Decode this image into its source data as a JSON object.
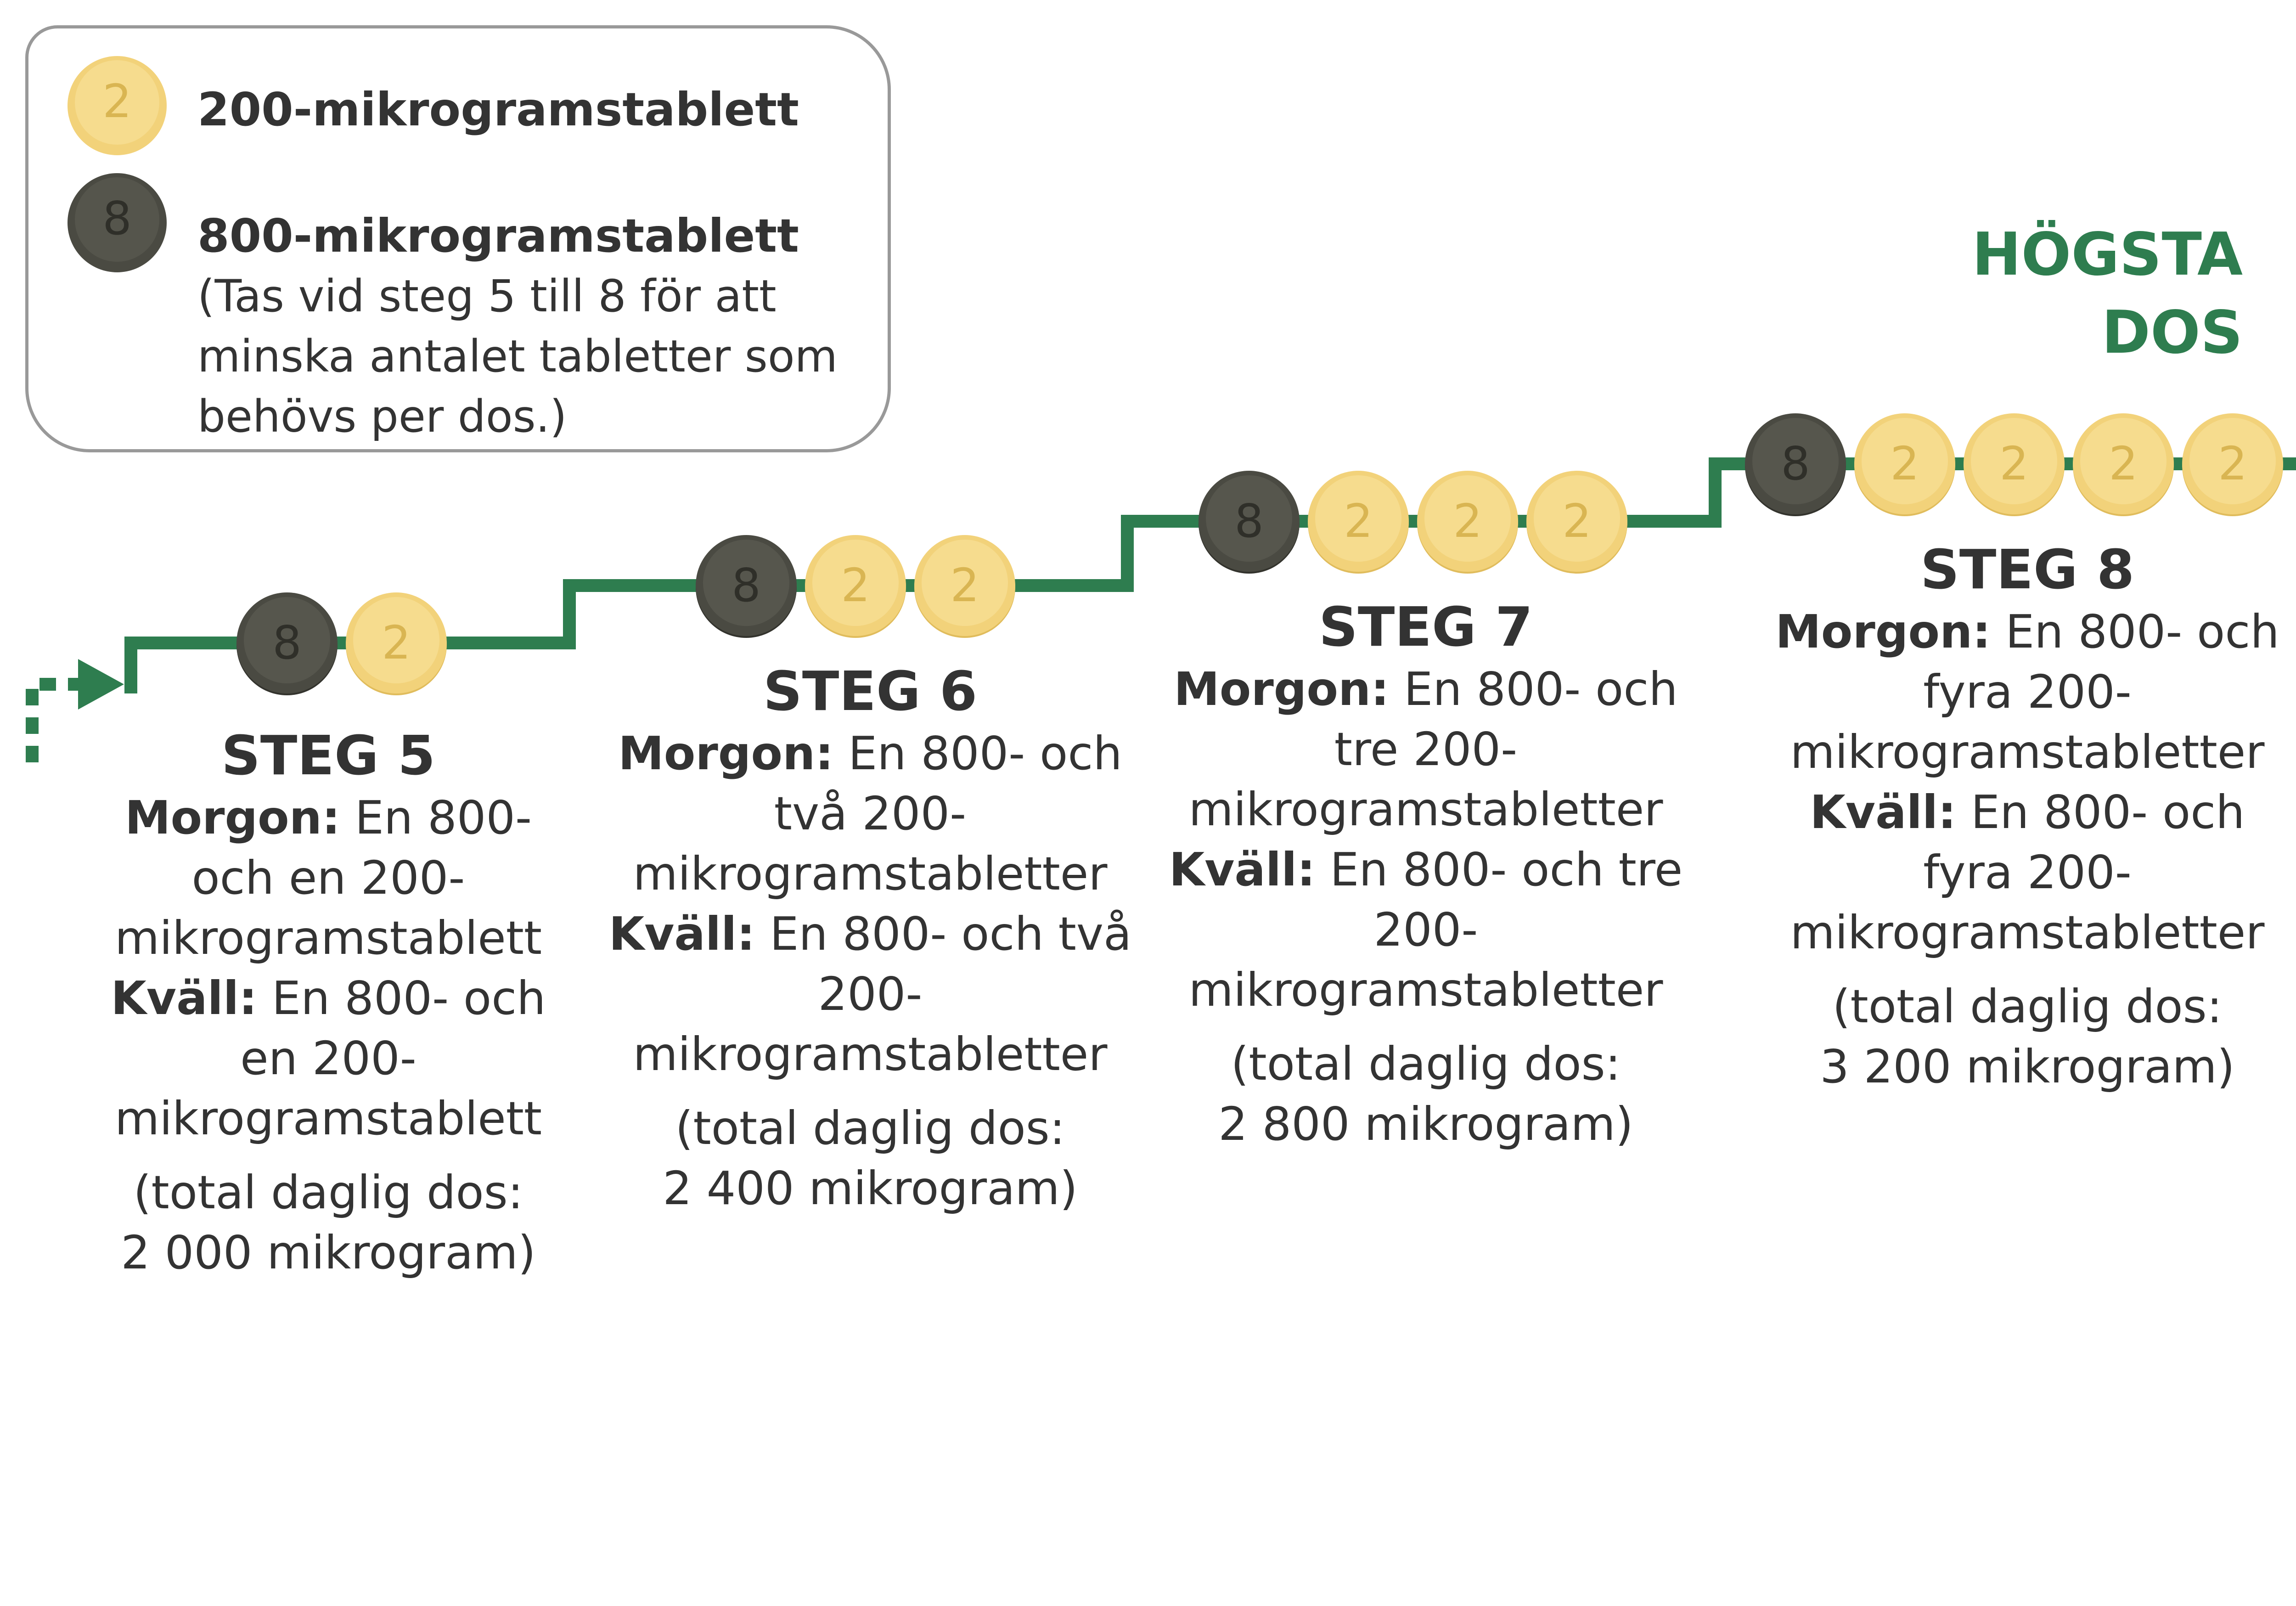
{
  "colors": {
    "line": "#2e7d4f",
    "tablet_200": "#f2d27a",
    "tablet_800": "#4a4a42",
    "text": "#333333",
    "legend_border": "#999999"
  },
  "legend": {
    "tablet_200": {
      "number": "2",
      "label": "200-mikrogramstablett"
    },
    "tablet_800": {
      "number": "8",
      "label": "800-mikrogramstablett",
      "note": "(Tas vid steg 5 till 8 för att minska antalet tabletter som behövs per dos.)"
    }
  },
  "max_dose": {
    "line1": "HÖGSTA",
    "line2": "DOS"
  },
  "steps": [
    {
      "title": "STEG 5",
      "morning_label": "Morgon:",
      "morning_text": "En 800- och en 200-mikrogramstablett",
      "evening_label": "Kväll:",
      "evening_text": "En 800- och en 200-mikrogramstablett",
      "total_line1": "(total daglig dos:",
      "total_line2": "2 000 mikrogram)",
      "tablets": [
        "8",
        "2"
      ]
    },
    {
      "title": "STEG 6",
      "morning_label": "Morgon:",
      "morning_text": "En 800- och två 200-mikrogramstabletter",
      "evening_label": "Kväll:",
      "evening_text": "En 800- och två 200-mikrogramstabletter",
      "total_line1": "(total daglig dos:",
      "total_line2": "2 400 mikrogram)",
      "tablets": [
        "8",
        "2",
        "2"
      ]
    },
    {
      "title": "STEG 7",
      "morning_label": "Morgon:",
      "morning_text": "En 800- och tre 200-mikrogramstabletter",
      "evening_label": "Kväll:",
      "evening_text": "En 800- och tre 200-mikrogramstabletter",
      "total_line1": "(total daglig dos:",
      "total_line2": "2 800 mikrogram)",
      "tablets": [
        "8",
        "2",
        "2",
        "2"
      ]
    },
    {
      "title": "STEG 8",
      "morning_label": "Morgon:",
      "morning_text": "En 800- och fyra 200-mikrogramstabletter",
      "evening_label": "Kväll:",
      "evening_text": "En 800- och fyra 200-mikrogramstabletter",
      "total_line1": "(total daglig dos:",
      "total_line2": "3 200 mikrogram)",
      "tablets": [
        "8",
        "2",
        "2",
        "2",
        "2"
      ]
    }
  ]
}
